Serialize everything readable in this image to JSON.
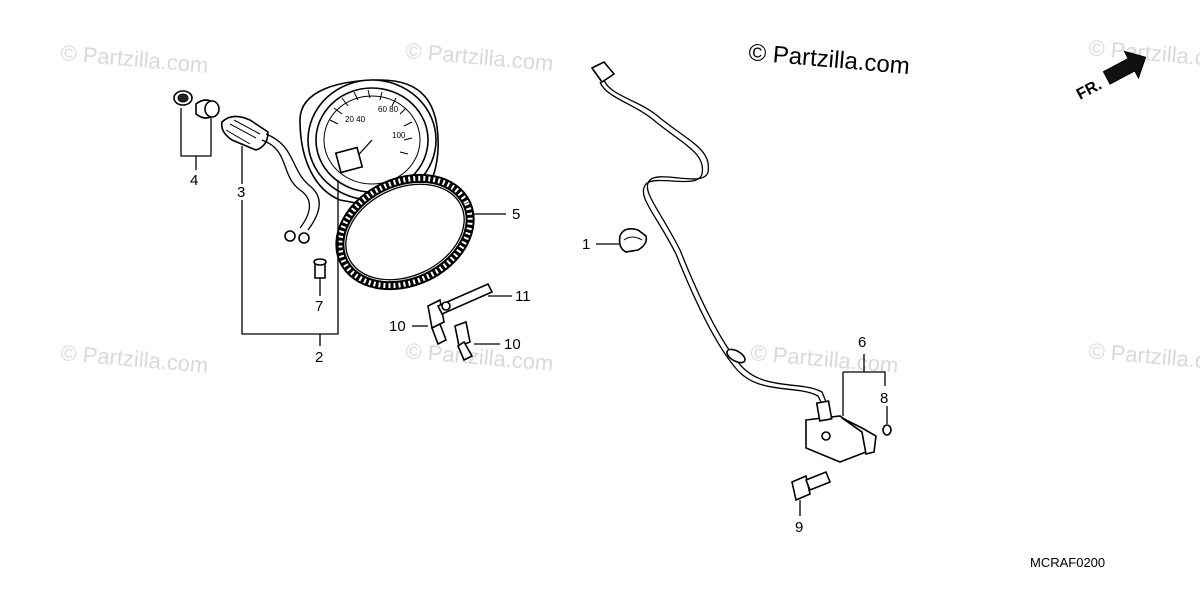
{
  "watermarks": [
    "© Partzilla.com",
    "© Partzilla.com",
    "© Partzilla.com",
    "© Partzilla.com",
    "© Partzilla.com",
    "© Partzilla.com",
    "© Partzilla.com",
    "© Partzilla.com"
  ],
  "copyright": "© Partzilla.com",
  "front_indicator": "FR.",
  "diagram_code": "MCRAF0200",
  "callouts": {
    "c1": "1",
    "c2": "2",
    "c3": "3",
    "c4": "4",
    "c5": "5",
    "c6": "6",
    "c7": "7",
    "c8": "8",
    "c9": "9",
    "c10a": "10",
    "c10b": "10",
    "c11": "11"
  },
  "icons": [
    "front-arrow-icon",
    "speedometer-icon",
    "cable-icon",
    "speed-sensor-icon"
  ]
}
